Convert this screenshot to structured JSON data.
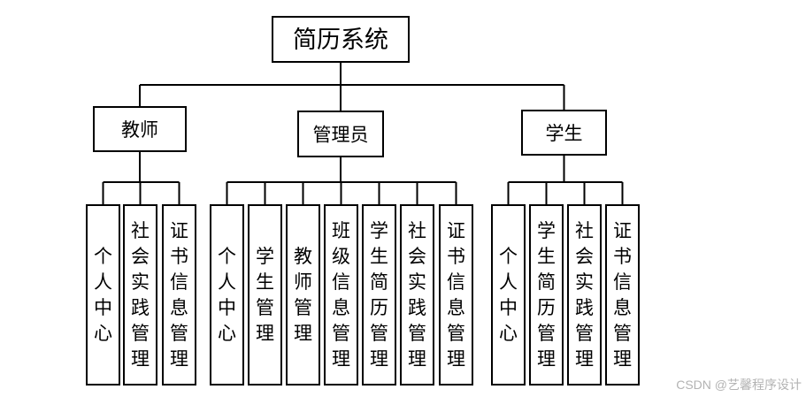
{
  "root": {
    "label": "简历系统"
  },
  "roles": [
    {
      "label": "教师",
      "modules": [
        "个人中心",
        "社会实践管理",
        "证书信息管理"
      ]
    },
    {
      "label": "管理员",
      "modules": [
        "个人中心",
        "学生管理",
        "教师管理",
        "班级信息管理",
        "学生简历管理",
        "社会实践管理",
        "证书信息管理"
      ]
    },
    {
      "label": "学生",
      "modules": [
        "个人中心",
        "学生简历管理",
        "社会实践管理",
        "证书信息管理"
      ]
    }
  ],
  "watermark": "CSDN @艺馨程序设计",
  "colors": {
    "stroke": "#000000",
    "background": "#ffffff",
    "watermark": "#b3b3b3"
  }
}
